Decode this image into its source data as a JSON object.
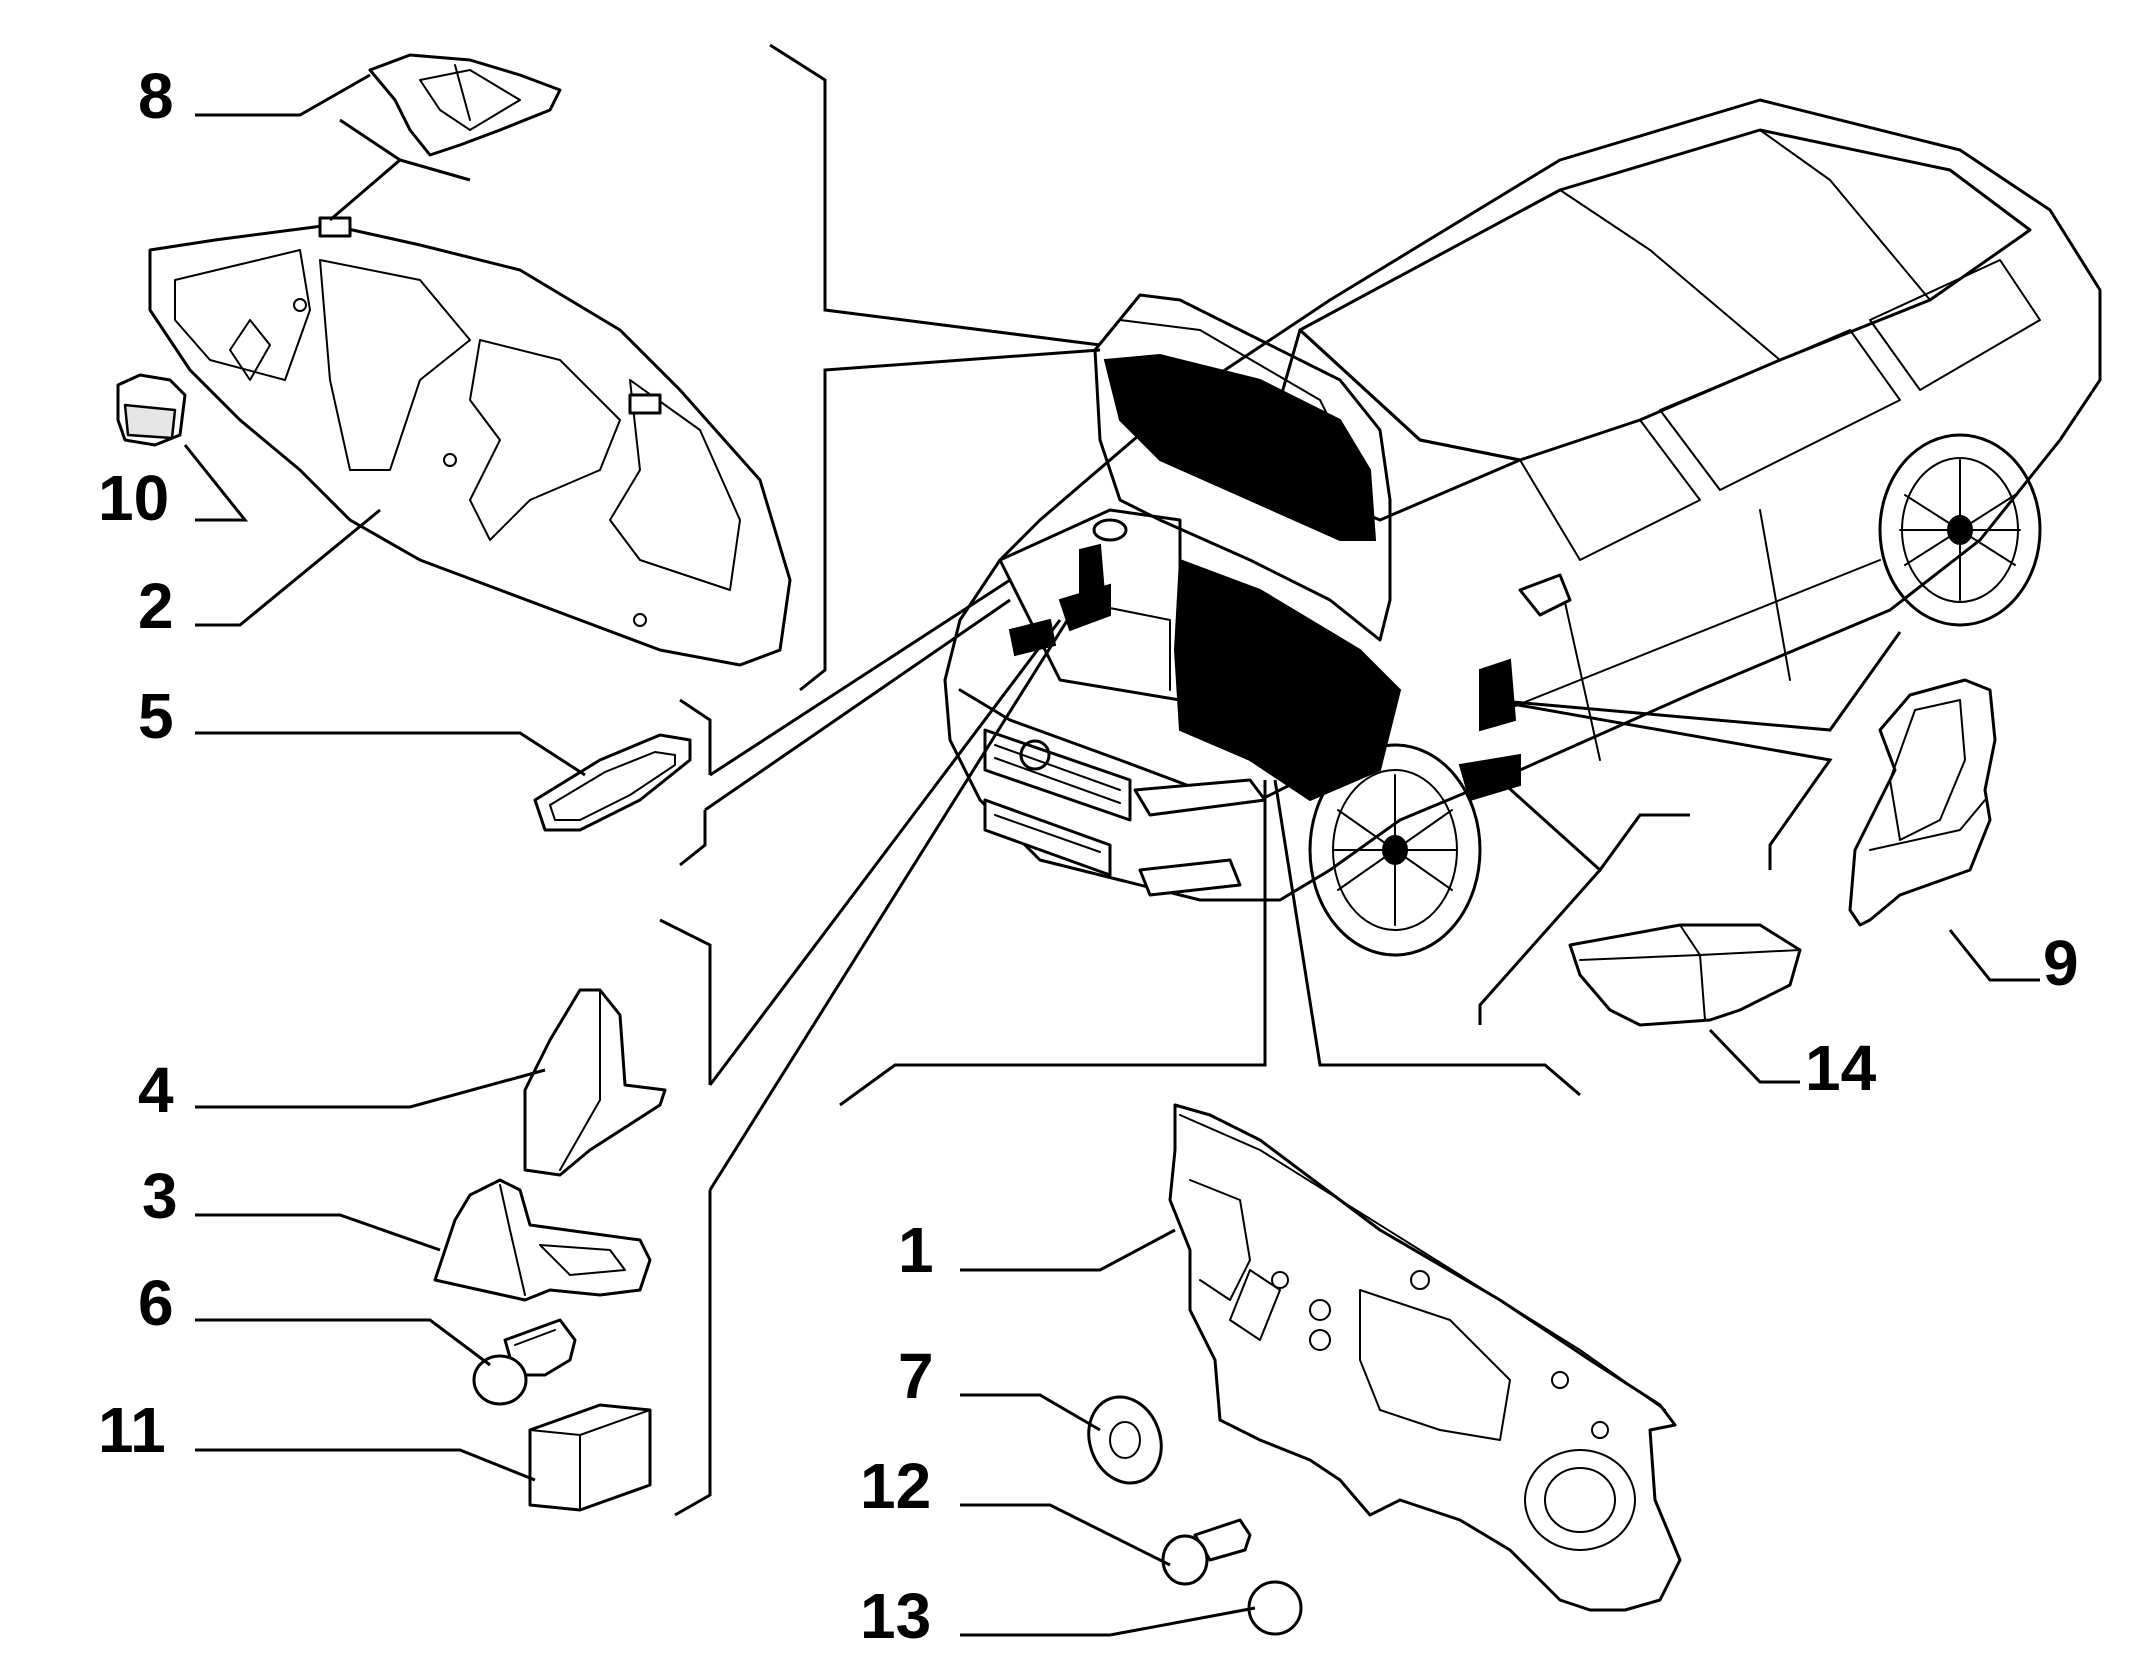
{
  "callouts": [
    {
      "id": "1",
      "label": "1"
    },
    {
      "id": "2",
      "label": "2"
    },
    {
      "id": "3",
      "label": "3"
    },
    {
      "id": "4",
      "label": "4"
    },
    {
      "id": "5",
      "label": "5"
    },
    {
      "id": "6",
      "label": "6"
    },
    {
      "id": "7",
      "label": "7"
    },
    {
      "id": "8",
      "label": "8"
    },
    {
      "id": "9",
      "label": "9"
    },
    {
      "id": "10",
      "label": "10"
    },
    {
      "id": "11",
      "label": "11"
    },
    {
      "id": "12",
      "label": "12"
    },
    {
      "id": "13",
      "label": "13"
    },
    {
      "id": "14",
      "label": "14"
    }
  ],
  "colors": {
    "line": "#000000",
    "background": "#ffffff",
    "shade": "#e6e6e6"
  }
}
